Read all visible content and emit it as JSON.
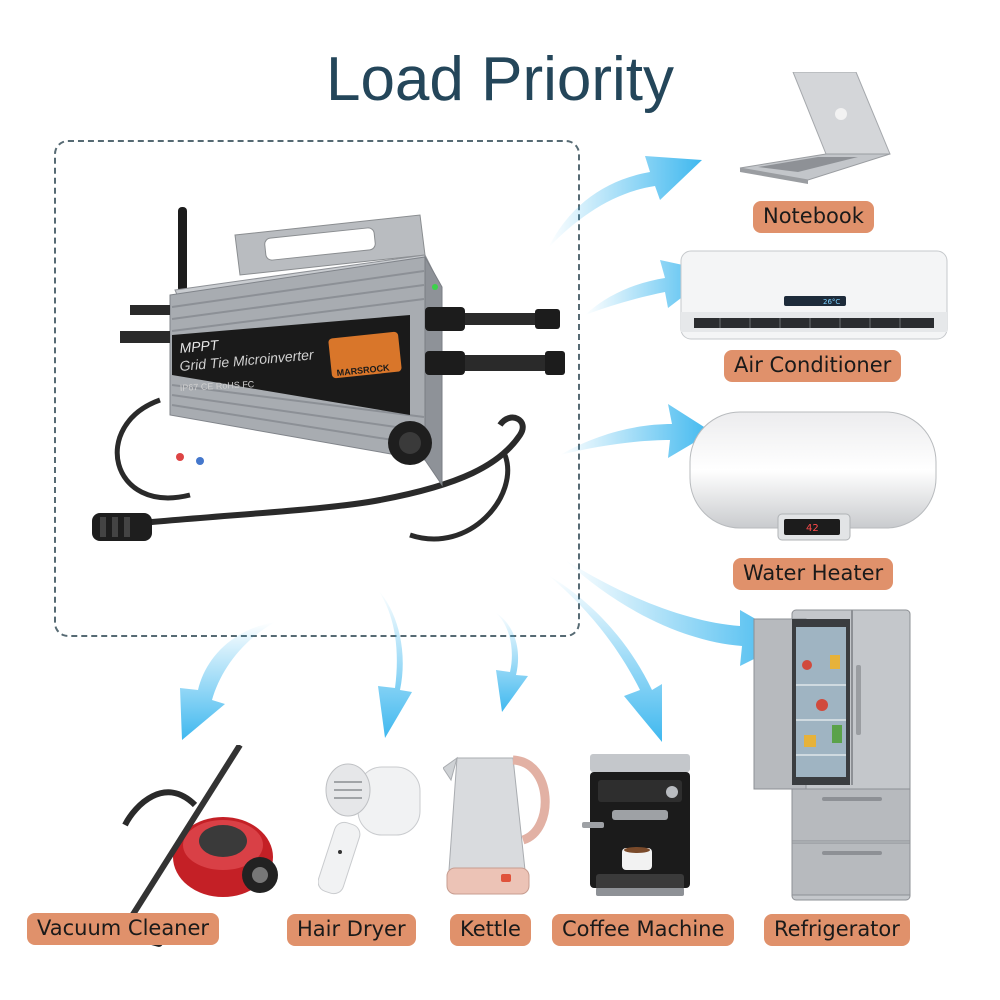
{
  "title": "Load Priority",
  "device": {
    "mppt": "MPPT",
    "name": "Grid Tie Microinverter",
    "cert": "IP67  CE  RoHS  FC",
    "brand": "MARSROCK"
  },
  "appliances": {
    "notebook": "Notebook",
    "air_conditioner": "Air Conditioner",
    "ac_display": "26°C",
    "water_heater": "Water Heater",
    "heater_display": "42",
    "refrigerator": "Refrigerator",
    "vacuum_cleaner": "Vacuum Cleaner",
    "hair_dryer": "Hair Dryer",
    "kettle": "Kettle",
    "coffee_machine": "Coffee Machine"
  },
  "colors": {
    "title": "#24465a",
    "label_bg": "#e0916b",
    "arrow": "#3fb8ef"
  }
}
